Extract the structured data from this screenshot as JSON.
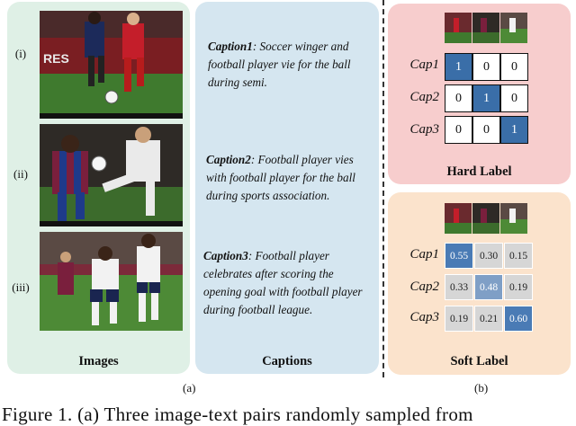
{
  "images_panel": {
    "title": "Images",
    "rows": [
      {
        "label": "(i)"
      },
      {
        "label": "(ii)"
      },
      {
        "label": "(iii)"
      }
    ]
  },
  "captions_panel": {
    "title": "Captions",
    "captions": [
      {
        "name": "Caption1",
        "text": ": Soccer winger and football player vie for the ball during semi."
      },
      {
        "name": "Caption2",
        "text": ": Football player vies with football player for the ball during sports association."
      },
      {
        "name": "Caption3",
        "text": ": Football player celebrates after scoring the opening goal with football player during football league."
      }
    ]
  },
  "hard_label": {
    "title": "Hard Label",
    "row_labels": [
      "Cap1",
      "Cap2",
      "Cap3"
    ],
    "matrix": [
      [
        "1",
        "0",
        "0"
      ],
      [
        "0",
        "1",
        "0"
      ],
      [
        "0",
        "0",
        "1"
      ]
    ]
  },
  "soft_label": {
    "title": "Soft Label",
    "row_labels": [
      "Cap1",
      "Cap2",
      "Cap3"
    ],
    "matrix": [
      [
        "0.55",
        "0.30",
        "0.15"
      ],
      [
        "0.33",
        "0.48",
        "0.19"
      ],
      [
        "0.19",
        "0.21",
        "0.60"
      ]
    ]
  },
  "sublabels": {
    "a": "(a)",
    "b": "(b)"
  },
  "figure_caption": "Figure 1. (a) Three image-text pairs randomly sampled from",
  "colors": {
    "hard_on": "#3a6ea8",
    "soft_high": "#4a7bb5",
    "soft_mid": "#7f9fc6",
    "soft_low": "#d6d6d6"
  }
}
